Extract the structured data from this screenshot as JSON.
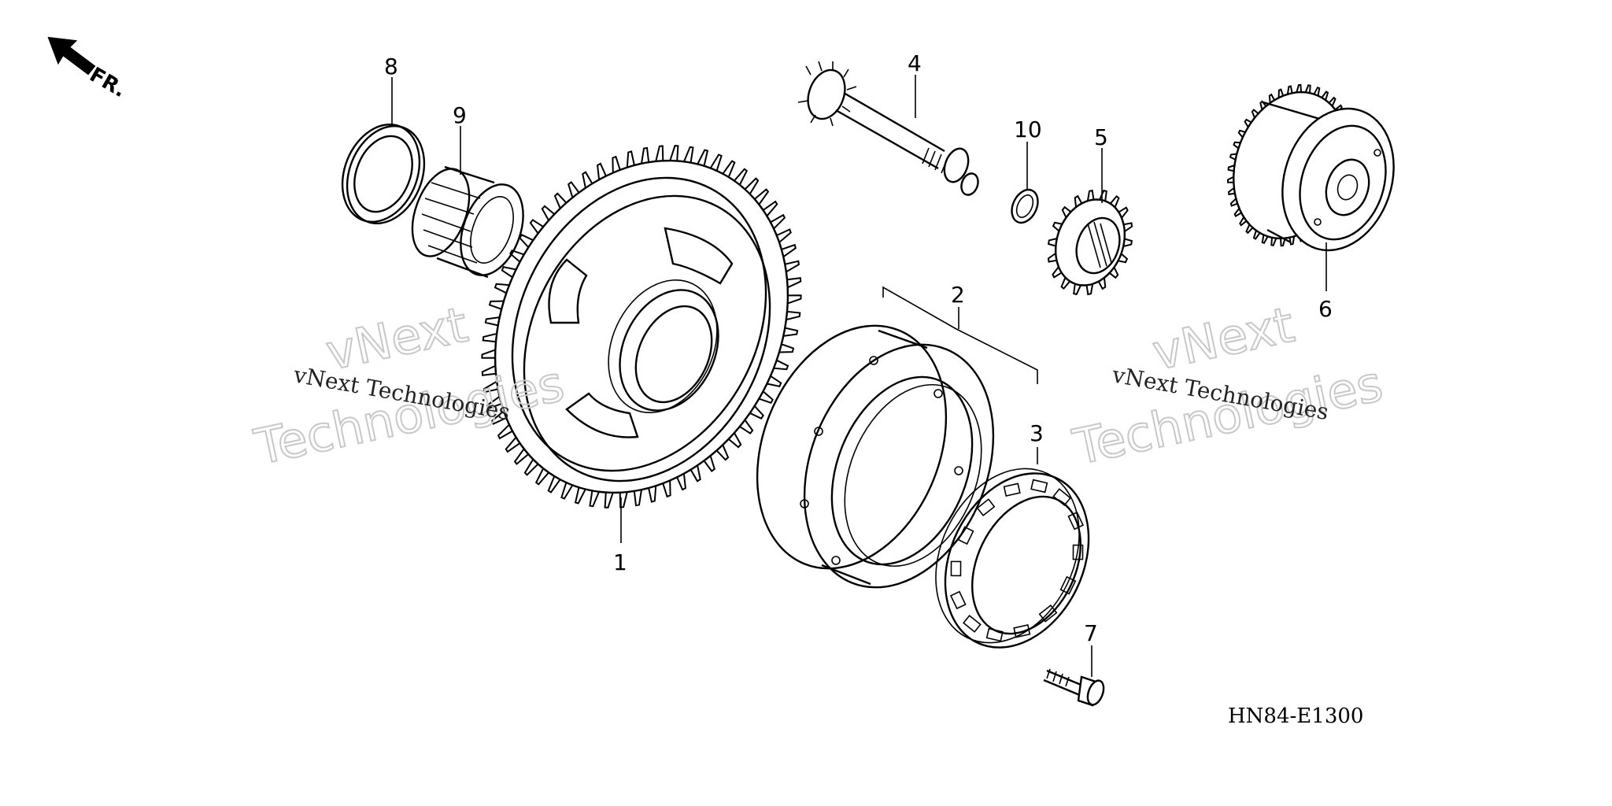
{
  "diagram": {
    "direction_label": "FR.",
    "diagram_code": "HN84-E1300",
    "watermarks": [
      {
        "small": "vNext Technologies",
        "line1": "vNext",
        "line2": "Technologies"
      },
      {
        "small": "vNext Technologies",
        "line1": "vNext",
        "line2": "Technologies"
      }
    ],
    "callouts": [
      "1",
      "2",
      "3",
      "4",
      "5",
      "6",
      "7",
      "8",
      "9",
      "10"
    ]
  }
}
